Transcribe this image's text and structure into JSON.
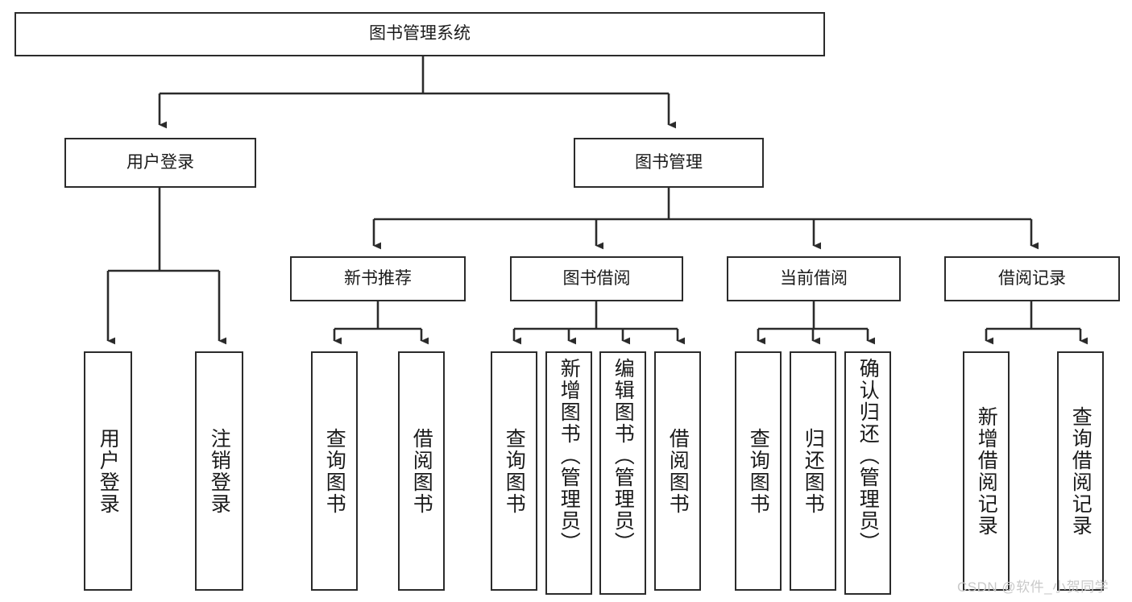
{
  "diagram": {
    "title": "图书管理系统",
    "type": "功能结构图",
    "root": {
      "label": "图书管理系统"
    },
    "level2": [
      {
        "label": "用户登录"
      },
      {
        "label": "图书管理"
      }
    ],
    "level3": [
      {
        "label": "新书推荐"
      },
      {
        "label": "图书借阅"
      },
      {
        "label": "当前借阅"
      },
      {
        "label": "借阅记录"
      }
    ],
    "leaves": {
      "user_login": [
        {
          "label": "用户登录"
        },
        {
          "label": "注销登录"
        }
      ],
      "new_book_recommend": [
        {
          "label": "查询图书"
        },
        {
          "label": "借阅图书"
        }
      ],
      "book_borrow": [
        {
          "label": "查询图书"
        },
        {
          "label": "新增图书（管理员）"
        },
        {
          "label": "编辑图书（管理员）"
        },
        {
          "label": "借阅图书"
        }
      ],
      "current_borrow": [
        {
          "label": "查询图书"
        },
        {
          "label": "归还图书"
        },
        {
          "label": "确认归还（管理员）"
        }
      ],
      "borrow_record": [
        {
          "label": "新增借阅记录"
        },
        {
          "label": "查询借阅记录"
        }
      ]
    }
  },
  "watermark": {
    "text": "CSDN @软件_小贺同学"
  },
  "colors": {
    "stroke": "#2b2b2b",
    "fill": "#ffffff",
    "text": "#1a1a1a",
    "watermark": "#c9c9c9"
  }
}
